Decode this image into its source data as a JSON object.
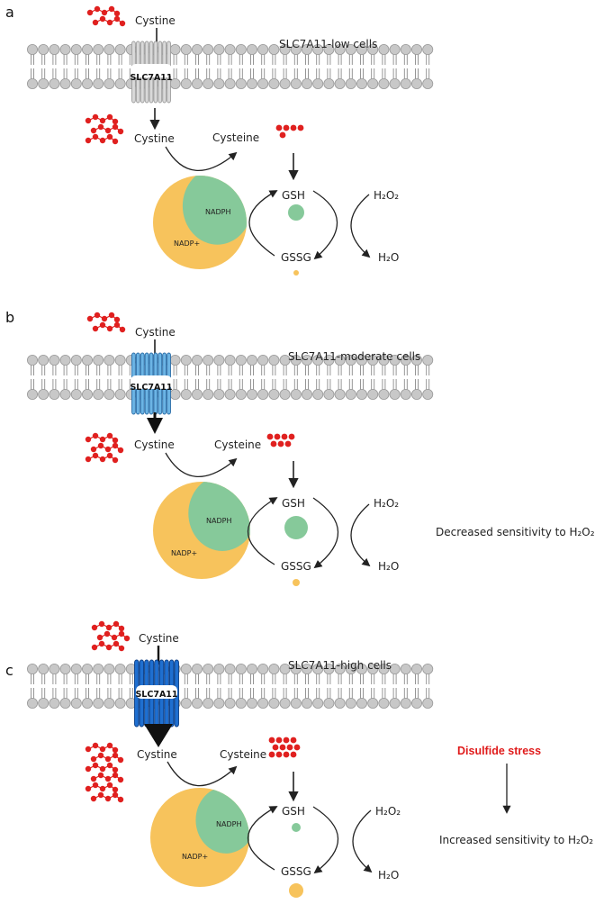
{
  "panels": [
    {
      "letter": "a",
      "cell_label": "SLC7A11-low cells",
      "transporter_label": "SLC7A11",
      "transporter_color": "#9e9e9e",
      "transporter_fill": "#d9d9d9",
      "cystine_out_label": "Cystine",
      "cystine_in_label": "Cystine",
      "cysteine_label": "Cysteine",
      "gsh_label": "GSH",
      "gssg_label": "GSSG",
      "h2o2_label": "H₂O₂",
      "h2o_label": "H₂O",
      "nadph_label": "NADPH",
      "nadp_label": "NADP+",
      "sensitivity_note": "",
      "stress_label": ""
    },
    {
      "letter": "b",
      "cell_label": "SLC7A11-moderate cells",
      "transporter_label": "SLC7A11",
      "transporter_color": "#2d6fa8",
      "transporter_fill": "#6cb4e4",
      "cystine_out_label": "Cystine",
      "cystine_in_label": "Cystine",
      "cysteine_label": "Cysteine",
      "gsh_label": "GSH",
      "gssg_label": "GSSG",
      "h2o2_label": "H₂O₂",
      "h2o_label": "H₂O",
      "nadph_label": "NADPH",
      "nadp_label": "NADP+",
      "sensitivity_note": "Decreased sensitivity to H₂O₂",
      "stress_label": ""
    },
    {
      "letter": "c",
      "cell_label": "SLC7A11-high cells",
      "transporter_label": "SLC7A11",
      "transporter_color": "#0d3f86",
      "transporter_fill": "#1f6fd0",
      "cystine_out_label": "Cystine",
      "cystine_in_label": "Cystine",
      "cysteine_label": "Cysteine",
      "gsh_label": "GSH",
      "gssg_label": "GSSG",
      "h2o2_label": "H₂O₂",
      "h2o_label": "H₂O",
      "nadph_label": "NADPH",
      "nadp_label": "NADP+",
      "sensitivity_note": "Increased sensitivity to H₂O₂",
      "stress_label": "Disulfide stress"
    }
  ],
  "colors": {
    "molecule_red": "#e0201f",
    "nadph_green": "#86c99a",
    "nadp_yellow": "#f7c35c",
    "gsh_green": "#86c99a",
    "gssg_yellow": "#f7c35c",
    "lipid_head": "#c8c8c8",
    "lipid_outline": "#9a9a9a",
    "stress_red": "#e01b1b"
  }
}
